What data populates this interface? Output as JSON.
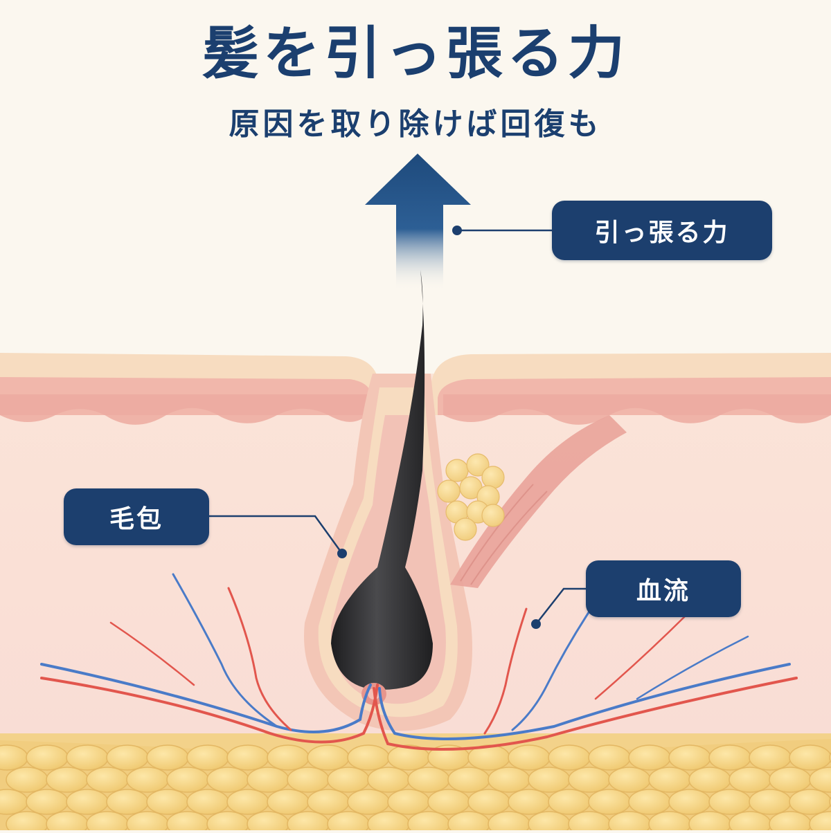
{
  "title": "髪を引っ張る力",
  "subtitle": "原因を取り除けば回復も",
  "labels": {
    "pull": "引っ張る力",
    "follicle": "毛包",
    "blood": "血流"
  },
  "colors": {
    "navy": "#1c3f6e",
    "skin_surface": "#f6dcc0",
    "dermis": "#fbe6dc",
    "fat": "#f4d48a",
    "hair": "#2e2e30",
    "artery": "#e2564d",
    "vein": "#4a7bc8"
  }
}
